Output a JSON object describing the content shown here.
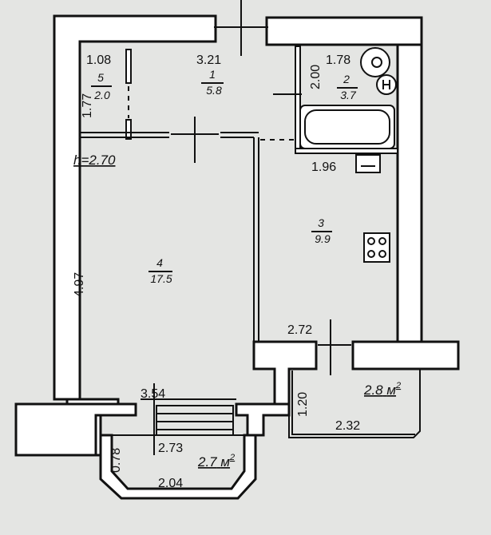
{
  "ceiling_height": "h=2.70",
  "rooms": [
    {
      "number": "1",
      "area": "5.8"
    },
    {
      "number": "2",
      "area": "3.7"
    },
    {
      "number": "3",
      "area": "9.9"
    },
    {
      "number": "4",
      "area": "17.5"
    },
    {
      "number": "5",
      "area": "2.0"
    }
  ],
  "balconies": [
    {
      "area": "2.8",
      "unit": "м",
      "sup": "2"
    },
    {
      "area": "2.7",
      "unit": "м",
      "sup": "2"
    }
  ],
  "dimensions": {
    "d1": "1.08",
    "d2": "3.21",
    "d3": "2.00",
    "d4": "1.78",
    "d5": "1.77",
    "d6": "1.96",
    "d7": "4.97",
    "d8": "2.72",
    "d9": "1.20",
    "d10": "2.32",
    "d11": "3.54",
    "d12": "2.73",
    "d13": "0.78",
    "d14": "2.04"
  }
}
